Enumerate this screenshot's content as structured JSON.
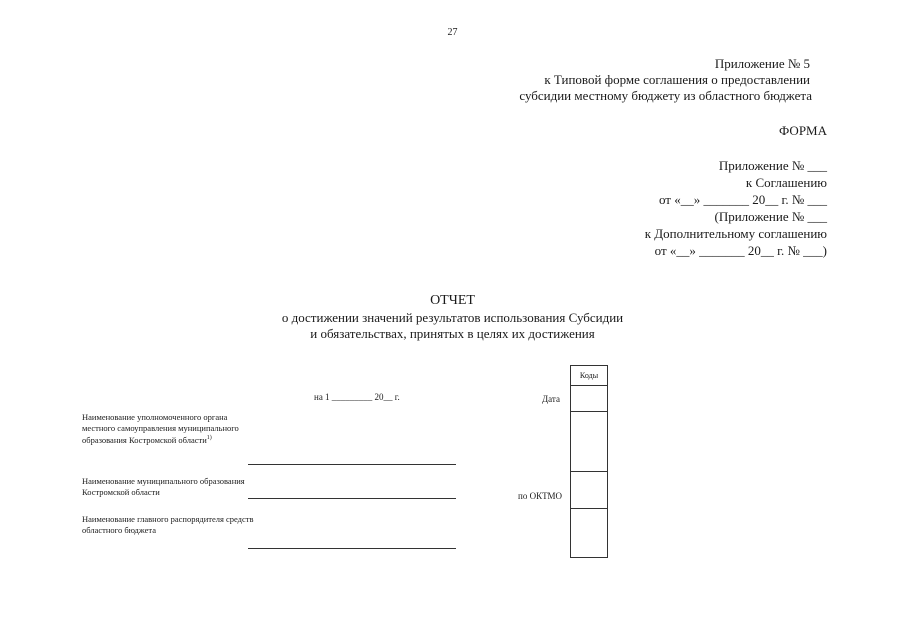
{
  "page_number": "27",
  "appendix": {
    "line1": "Приложение № 5",
    "line2": "к Типовой форме соглашения о предоставлении",
    "line3": "субсидии местному бюджету из областного бюджета"
  },
  "form_label": "ФОРМА",
  "annex": {
    "line1": "Приложение № ___",
    "line2": "к Соглашению",
    "line3": "от «__» _______ 20__ г. № ___",
    "line4": "(Приложение № ___",
    "line5": "к Дополнительному соглашению",
    "line6": "от «__» _______ 20__ г. № ___)"
  },
  "report": {
    "title": "ОТЧЕТ",
    "subtitle1": "о достижении значений результатов использования Субсидии",
    "subtitle2": "и обязательствах, принятых в целях их достижения"
  },
  "date_line": "на 1 _________ 20__ г.",
  "codes_header": "Коды",
  "date_label": "Дата",
  "oktmo_label": "по ОКТМО",
  "fields": {
    "authority_label": "Наименование уполномоченного органа местного самоуправления муниципального образования Костромской области",
    "authority_footnote": "1)",
    "municipality_label": "Наименование муниципального образования Костромской области",
    "administrator_label": "Наименование главного распорядителя средств областного бюджета"
  }
}
